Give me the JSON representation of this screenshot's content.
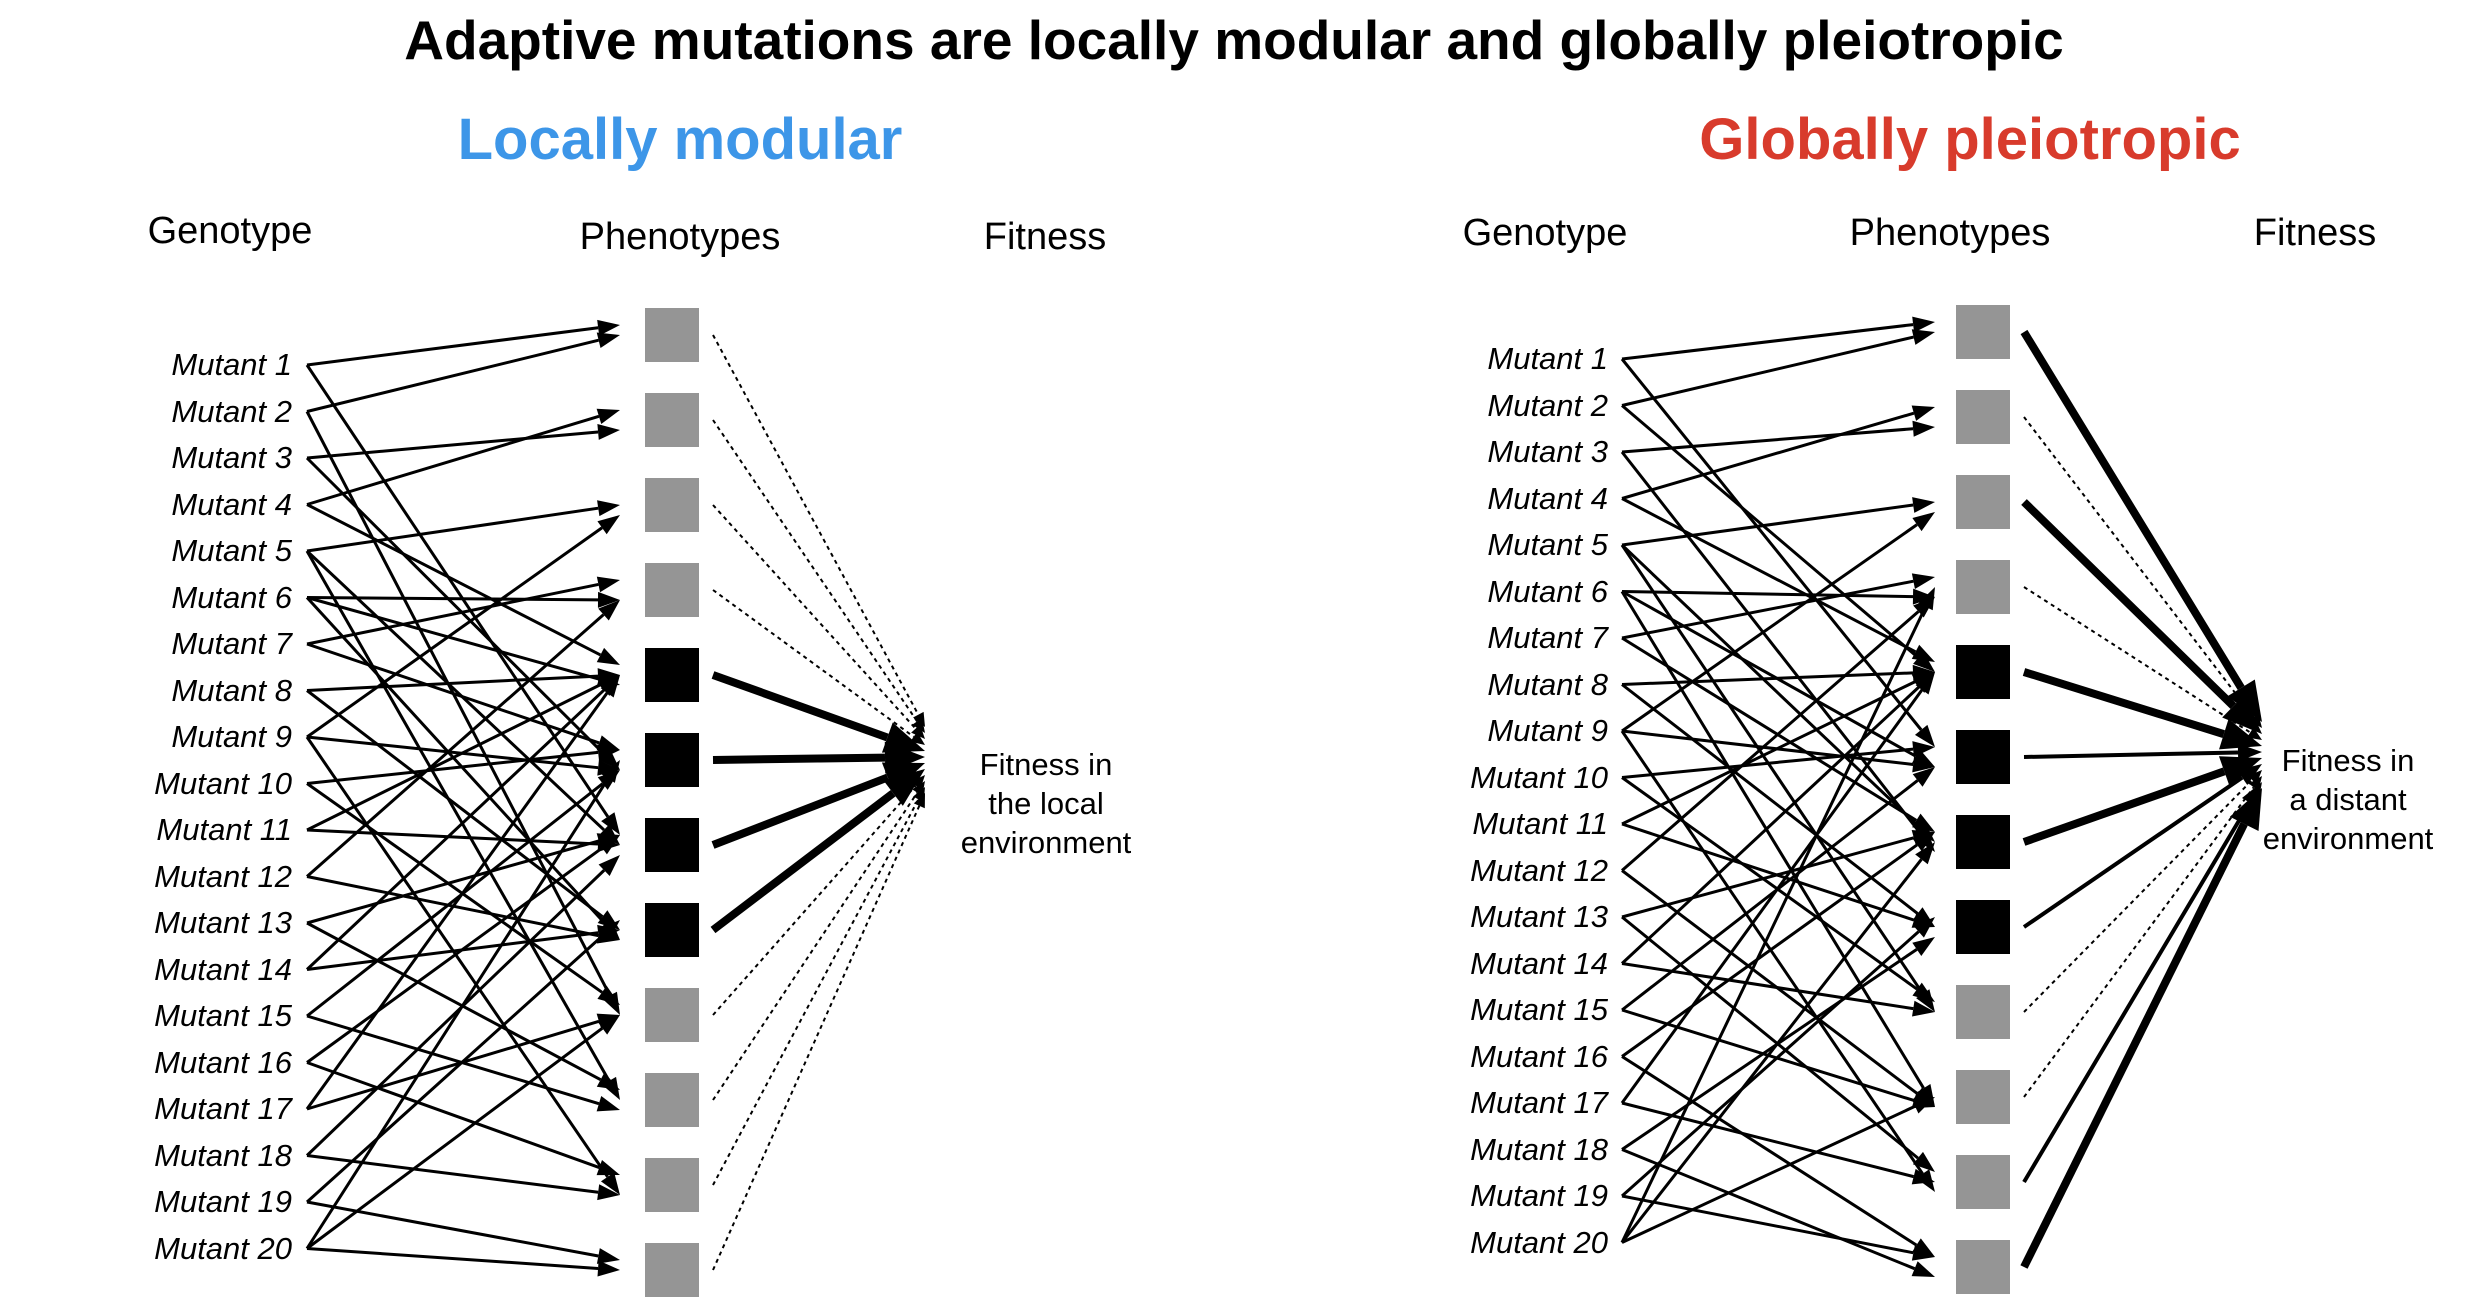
{
  "title": "Adaptive mutations are locally modular and globally pleiotropic",
  "colors": {
    "modular": "#3d96e8",
    "pleiotropic": "#d83b2c",
    "hidden_phenotype": "#959595",
    "key_phenotype": "#000000"
  },
  "panels": [
    {
      "subtitle": "Locally modular",
      "headers": {
        "genotype": "Genotype",
        "phenotypes": "Phenotypes",
        "fitness": "Fitness"
      },
      "mutants": [
        "Mutant 1",
        "Mutant 2",
        "Mutant 3",
        "Mutant 4",
        "Mutant 5",
        "Mutant 6",
        "Mutant 7",
        "Mutant 8",
        "Mutant 9",
        "Mutant 10",
        "Mutant 11",
        "Mutant 12",
        "Mutant 13",
        "Mutant 14",
        "Mutant 15",
        "Mutant 16",
        "Mutant 17",
        "Mutant 18",
        "Mutant 19",
        "Mutant 20"
      ],
      "fitness_label": [
        "Fitness in",
        "the local",
        "environment"
      ],
      "phenotype_kinds": [
        "gray",
        "gray",
        "gray",
        "gray",
        "black",
        "black",
        "black",
        "black",
        "gray",
        "gray",
        "gray",
        "gray"
      ],
      "fitness_arrows": [
        "dotted",
        "dotted",
        "dotted",
        "dotted",
        "thick",
        "thick",
        "thick",
        "thick",
        "dotted",
        "dotted",
        "dotted",
        "dotted"
      ]
    },
    {
      "subtitle": "Globally pleiotropic",
      "headers": {
        "genotype": "Genotype",
        "phenotypes": "Phenotypes",
        "fitness": "Fitness"
      },
      "mutants": [
        "Mutant 1",
        "Mutant 2",
        "Mutant 3",
        "Mutant 4",
        "Mutant 5",
        "Mutant 6",
        "Mutant 7",
        "Mutant 8",
        "Mutant 9",
        "Mutant 10",
        "Mutant 11",
        "Mutant 12",
        "Mutant 13",
        "Mutant 14",
        "Mutant 15",
        "Mutant 16",
        "Mutant 17",
        "Mutant 18",
        "Mutant 19",
        "Mutant 20"
      ],
      "fitness_label": [
        "Fitness in",
        "a distant",
        "environment"
      ],
      "phenotype_kinds": [
        "gray",
        "gray",
        "gray",
        "gray",
        "black",
        "black",
        "black",
        "black",
        "gray",
        "gray",
        "gray",
        "gray"
      ],
      "fitness_arrows": [
        "thick",
        "dotted",
        "thick",
        "dotted",
        "thick",
        "medium",
        "thick",
        "medium",
        "dotted",
        "dotted",
        "medium",
        "thick"
      ]
    }
  ]
}
